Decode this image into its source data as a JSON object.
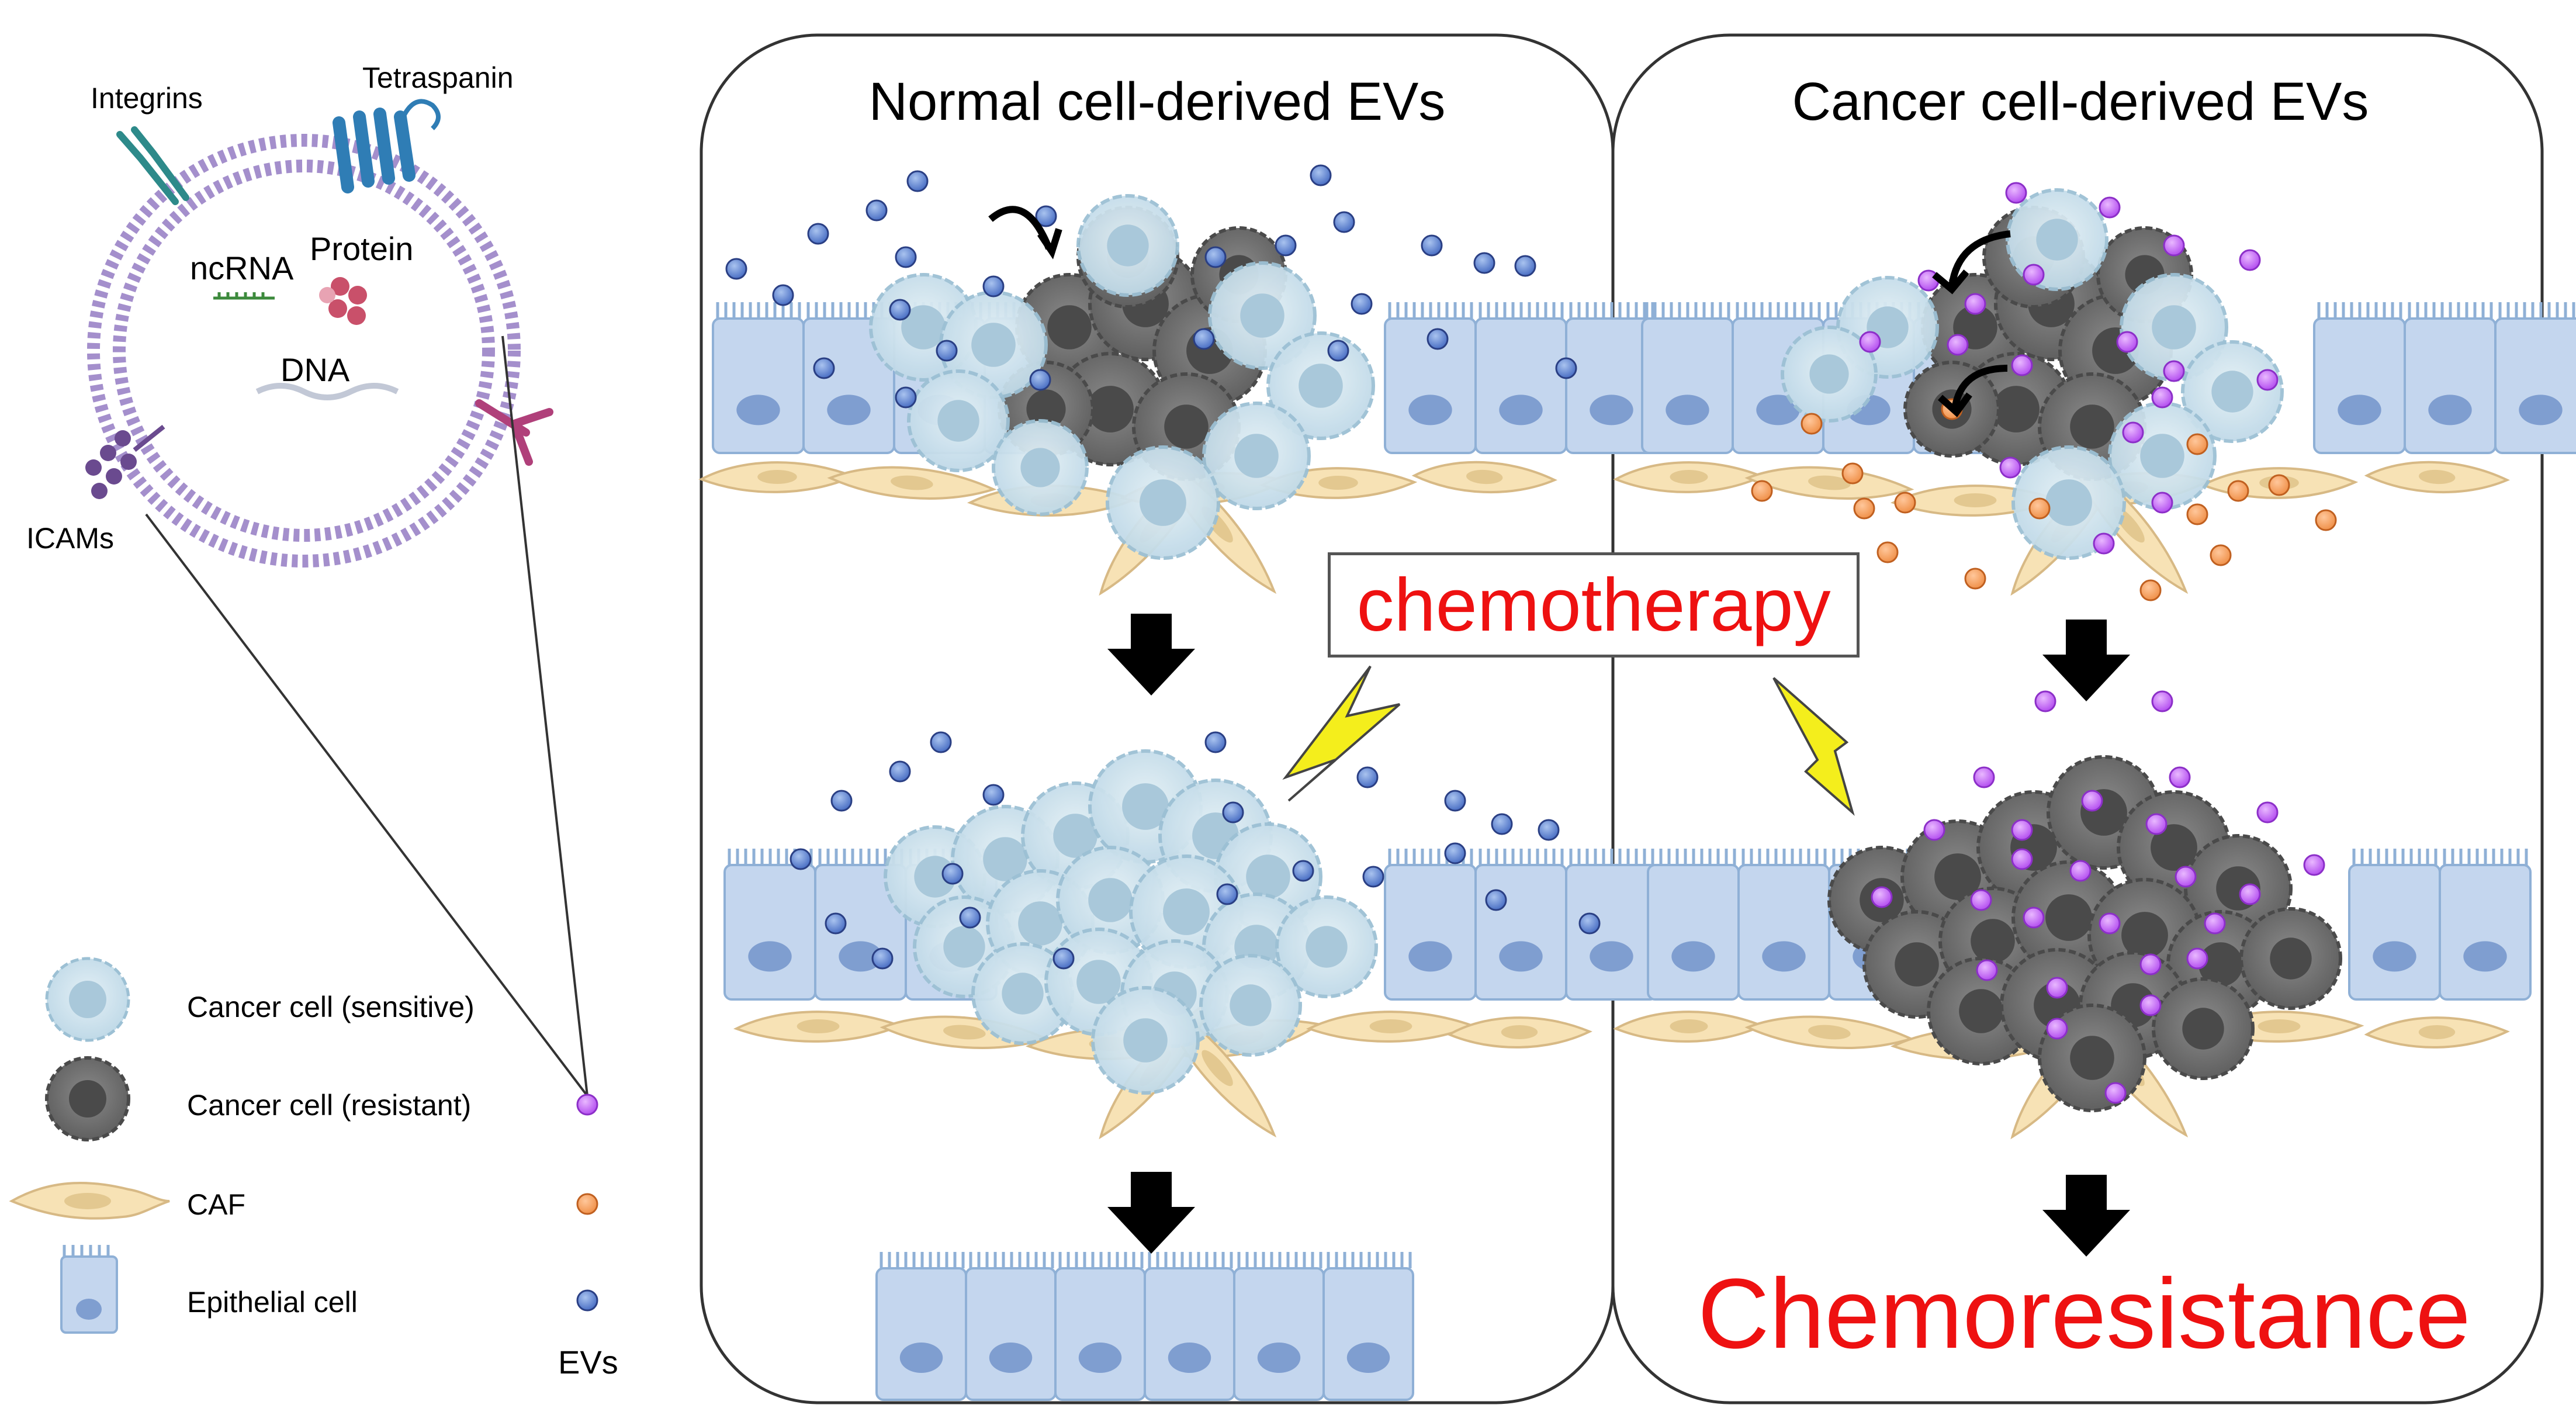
{
  "vesicle": {
    "labels": {
      "integrins": "Integrins",
      "tetraspanin": "Tetraspanin",
      "ncrna": "ncRNA",
      "protein": "Protein",
      "dna": "DNA",
      "icams": "ICAMs"
    }
  },
  "legend": {
    "items": [
      {
        "label": "Cancer cell (sensitive)",
        "icon": "sensitive-cancer-cell-icon"
      },
      {
        "label": "Cancer cell (resistant)",
        "icon": "resistant-cancer-cell-icon"
      },
      {
        "label": "CAF",
        "icon": "caf-icon"
      },
      {
        "label": "Epithelial cell",
        "icon": "epithelial-cell-icon"
      }
    ],
    "evs_label": "EVs",
    "ev_colors": [
      "#b44ff0",
      "#f0914a",
      "#4a6fc4"
    ]
  },
  "panels": {
    "normal": {
      "title": "Normal cell-derived EVs"
    },
    "cancer": {
      "title": "Cancer cell-derived EVs"
    }
  },
  "treatment": {
    "label": "chemotherapy"
  },
  "outcome": {
    "label": "Chemoresistance"
  },
  "colors": {
    "sensitive_fill": "#cfe3ee",
    "resistant_fill": "#707070",
    "caf_fill": "#f7e2b5",
    "epithelial_fill": "#c4d6ee",
    "membrane": "#a48fcc",
    "highlight_red": "#ee1111",
    "bolt": "#f4ee1c"
  }
}
